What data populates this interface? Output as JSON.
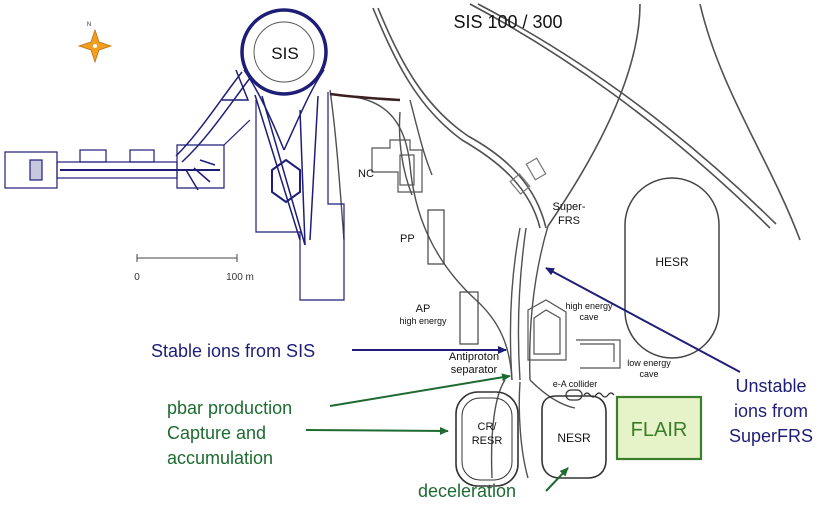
{
  "colors": {
    "navy": "#1e1e78",
    "green": "#1e6b32",
    "gray": "#555555",
    "flair_fill": "#e6f2c8",
    "flair_border": "#3a7d2a",
    "compass": "#f0a020"
  },
  "labels": {
    "sis_title": "SIS 100 / 300",
    "sis_ring": "SIS",
    "nc": "NC",
    "pp": "PP",
    "super_frs_1": "Super-",
    "super_frs_2": "FRS",
    "hesr": "HESR",
    "ap": "AP",
    "ap_sub": "high energy",
    "high_energy_cave_1": "high energy",
    "high_energy_cave_2": "cave",
    "low_energy_cave_1": "low energy",
    "low_energy_cave_2": "cave",
    "antiproton_1": "Antiproton",
    "antiproton_2": "separator",
    "ea_collider": "e-A collider",
    "cr_1": "CR/",
    "cr_2": "RESR",
    "nesr": "NESR",
    "flair": "FLAIR",
    "scale_0": "0",
    "scale_100": "100  m",
    "compass_n": "N"
  },
  "annotations": {
    "stable_ions": "Stable ions from SIS",
    "pbar_production": "pbar production",
    "capture_1": "Capture and",
    "capture_2": "accumulation",
    "deceleration": "deceleration",
    "unstable_1": "Unstable",
    "unstable_2": "ions from",
    "unstable_3": "SuperFRS"
  }
}
